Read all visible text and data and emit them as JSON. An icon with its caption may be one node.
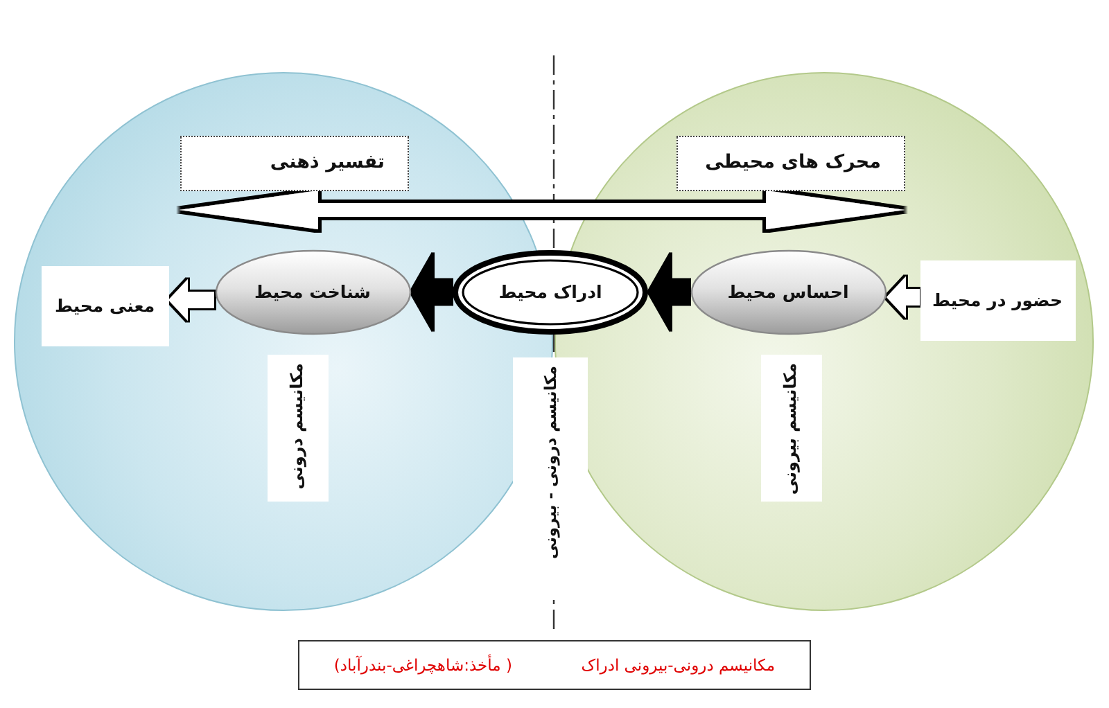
{
  "diagram": {
    "caption": "مکانیسم درونی-بیرونی ادراک",
    "nodes": [
      {
        "text": [],
        "shape": "circle"
      },
      {
        "text": [],
        "shape": "circle"
      },
      {
        "text": [
          "محرک های محیطی"
        ],
        "in": 0
      },
      {
        "text": [
          "تفسیر ذهنی"
        ],
        "in": 1
      },
      {
        "text": [
          "حضور در محیط"
        ],
        "in": 0
      },
      {
        "text": [
          "احساس محیط"
        ],
        "in": 0
      },
      {
        "text": [
          "ادراک محیط"
        ]
      },
      {
        "text": [
          "شناخت محیط"
        ],
        "in": 1
      },
      {
        "text": [
          "معنی محیط"
        ],
        "in": 1
      },
      {
        "text": [
          "مکانیسم بیرونی"
        ],
        "in": 0
      },
      {
        "text": [
          "مکانیسم درونی - بیرونی"
        ]
      },
      {
        "text": [
          "مکانیسم درونی"
        ],
        "in": 1
      }
    ],
    "edges": [
      {
        "from": 2,
        "to": 3,
        "arrow": "both"
      },
      {
        "from": 4,
        "to": 5,
        "arrow": "to"
      },
      {
        "from": 5,
        "to": 6,
        "arrow": "to",
        "color": "#000000"
      },
      {
        "from": 6,
        "to": 7,
        "arrow": "to",
        "color": "#000000"
      },
      {
        "from": 7,
        "to": 8,
        "arrow": "to"
      }
    ],
    "labels": [
      "( مأخذ:شاهچراغی-بندرآباد)"
    ]
  }
}
